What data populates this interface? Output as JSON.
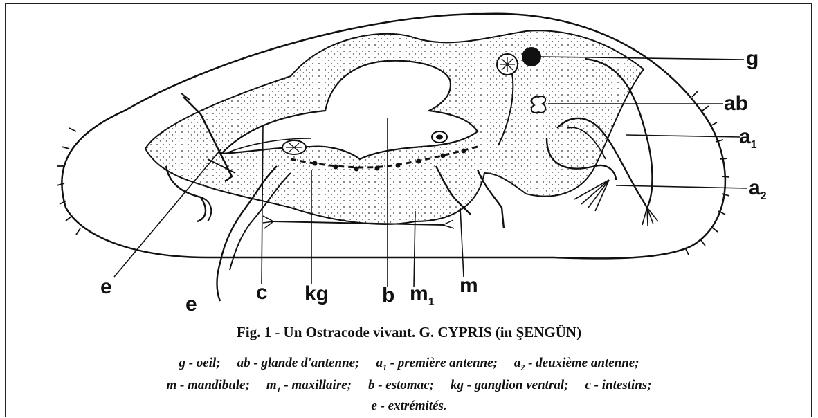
{
  "figure": {
    "labels": {
      "g": "g",
      "ab": "ab",
      "a1": "a",
      "a1_sub": "1",
      "a2": "a",
      "a2_sub": "2",
      "e1": "e",
      "e2": "e",
      "c": "c",
      "kg": "kg",
      "b": "b",
      "m1": "m",
      "m1_sub": "1",
      "m": "m"
    }
  },
  "caption": {
    "title": "Fig. 1 - Un Ostracode  vivant. G. CYPRIS  (in ŞENGÜN)"
  },
  "legend": {
    "line1": [
      {
        "key": "g",
        "desc": " - oeil;"
      },
      {
        "key": "ab",
        "desc": " - glande d'antenne;"
      },
      {
        "key": "a",
        "sub": "1",
        "desc": " - première antenne;"
      },
      {
        "key": "a",
        "sub": "2",
        "desc": " - deuxième antenne;"
      }
    ],
    "line2": [
      {
        "key": "m",
        "desc": " - mandibule;"
      },
      {
        "key": "m",
        "sub": "1",
        "desc": " - maxillaire;"
      },
      {
        "key": "b",
        "desc": " - estomac;"
      },
      {
        "key": "kg",
        "desc": " - ganglion ventral;"
      },
      {
        "key": "c",
        "desc": " - intestins;"
      }
    ],
    "line3": [
      {
        "key": "e",
        "desc": " - extrémités."
      }
    ]
  }
}
